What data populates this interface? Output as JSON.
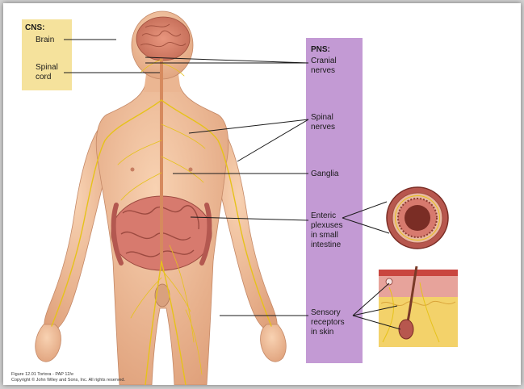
{
  "cns": {
    "heading": "CNS:",
    "brain": "Brain",
    "spinal_cord_line1": "Spinal",
    "spinal_cord_line2": "cord"
  },
  "pns": {
    "heading": "PNS:",
    "cranial_line1": "Cranial",
    "cranial_line2": "nerves",
    "spinal_line1": "Spinal",
    "spinal_line2": "nerves",
    "ganglia": "Ganglia",
    "enteric_line1": "Enteric",
    "enteric_line2": "plexuses",
    "enteric_line3": "in small",
    "enteric_line4": "intestine",
    "sensory_line1": "Sensory",
    "sensory_line2": "receptors",
    "sensory_line3": "in skin"
  },
  "caption": {
    "line1": "Figure 12.01  Tortora - PAP 12/e",
    "line2": "Copyright © John Wiley and Sons, Inc. All rights reserved."
  },
  "colors": {
    "cns_box": "#f5e29c",
    "pns_panel": "#c39ad4",
    "skin": "#f0c09c",
    "nerve": "#e6c21a",
    "intestine": "#c8605a"
  }
}
